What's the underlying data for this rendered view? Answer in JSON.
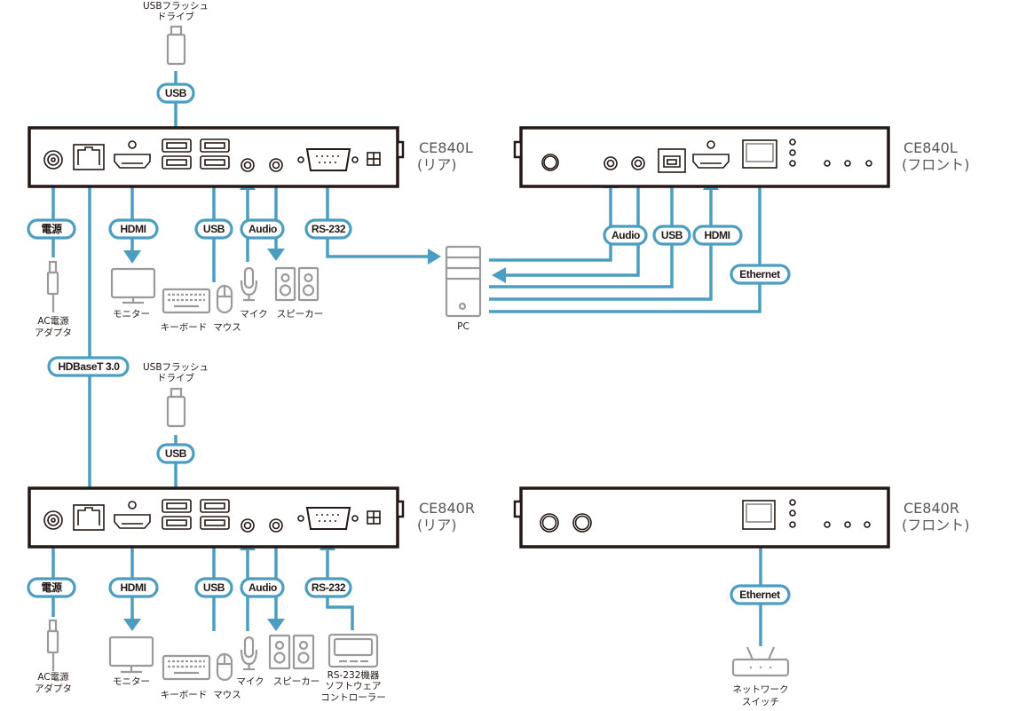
{
  "units": {
    "ce840l_rear": {
      "model": "CE840L",
      "side": "(リア)"
    },
    "ce840l_front": {
      "model": "CE840L",
      "side": "(フロント)"
    },
    "ce840r_rear": {
      "model": "CE840R",
      "side": "(リア)"
    },
    "ce840r_front": {
      "model": "CE840R",
      "side": "(フロント)"
    }
  },
  "connections": {
    "usb": "USB",
    "hdmi": "HDMI",
    "audio": "Audio",
    "rs232": "RS-232",
    "power": "電源",
    "ethernet": "Ethernet",
    "hdbaset": "HDBaseT 3.0"
  },
  "devices": {
    "usb_flash_line1": "USBフラッシュ",
    "usb_flash_line2": "ドライブ",
    "ac_adapter_line1": "AC電源",
    "ac_adapter_line2": "アダプタ",
    "monitor": "モニター",
    "keyboard": "キーボード",
    "mouse": "マウス",
    "mic": "マイク",
    "speaker": "スピーカー",
    "pc": "PC",
    "rs232_device_line1": "RS-232機器",
    "rs232_device_line2": "ソフトウェア",
    "rs232_device_line3": "コントローラー",
    "network_switch_line1": "ネットワーク",
    "network_switch_line2": "スイッチ"
  },
  "colors": {
    "cable": "#4b9dc1",
    "device_outline": "#231815",
    "peripheral": "#9a9a9a"
  }
}
